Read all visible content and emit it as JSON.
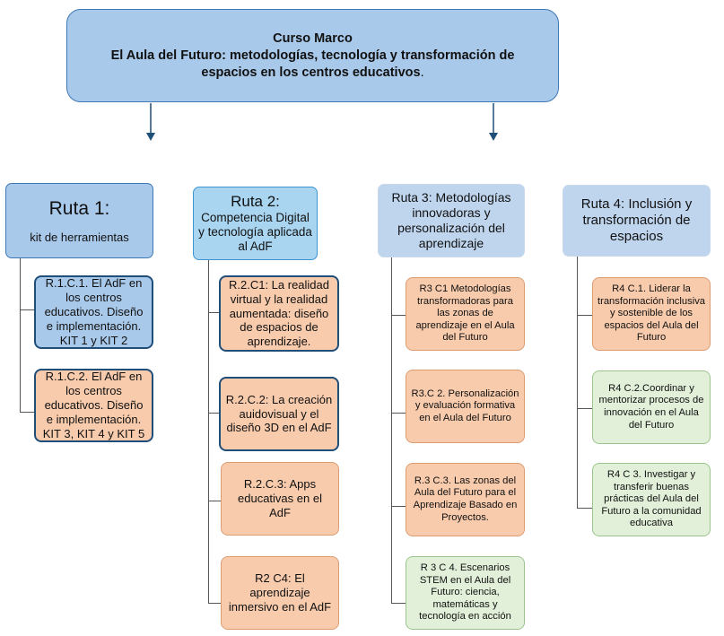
{
  "header": {
    "title": "Curso Marco",
    "subtitle": "El Aula del Futuro: metodologías, tecnología y transformación de espacios en los centros educativos",
    "period": "."
  },
  "routes": [
    {
      "title": "Ruta 1:",
      "subtitle": "kit de herramientas",
      "cards": [
        "R.1.C.1. El AdF en los centros educativos. Diseño e implementación. KIT 1 y KIT 2",
        "R.1.C.2. El AdF en los centros educativos. Diseño e implementación. KIT 3, KIT 4 y KIT 5"
      ]
    },
    {
      "title": "Ruta 2:",
      "subtitle": "Competencia Digital y tecnología aplicada al AdF",
      "cards": [
        "R.2.C1: La realidad virtual y la realidad aumentada: diseño de espacios de aprendizaje.",
        "R.2.C.2: La creación auidovisual y el diseño 3D en el AdF",
        "R.2.C.3: Apps educativas en el AdF",
        "R2 C4: El aprendizaje inmersivo en el AdF"
      ]
    },
    {
      "title": "Ruta 3: Metodologías innovadoras y personalización del aprendizaje",
      "cards": [
        "R3 C1 Metodologías transformadoras para las zonas de aprendizaje en el Aula del Futuro",
        "R3.C 2. Personalización y evaluación formativa en el Aula del Futuro",
        "R.3 C.3. Las zonas del Aula del Futuro para el Aprendizaje Basado en Proyectos.",
        "R 3 C 4. Escenarios STEM en el Aula del Futuro: ciencia, matemáticas y tecnología en acción"
      ]
    },
    {
      "title": "Ruta 4: Inclusión y transformación de espacios",
      "cards": [
        "R4 C.1. Liderar la transformación inclusiva y sostenible de los espacios del Aula del Futuro",
        "R4 C.2.Coordinar y mentorizar procesos de innovación en el Aula del Futuro",
        "R4 C 3. Investigar y transferir buenas prácticas del Aula del Futuro a la comunidad educativa"
      ]
    }
  ],
  "colors": {
    "header_fill": "#a9c9ea",
    "header_border": "#3f78b5",
    "card_blue": "#a9c9ea",
    "card_salmon": "#f8cbad",
    "card_green": "#e2f0d9",
    "dark_border": "#1f4e79"
  }
}
